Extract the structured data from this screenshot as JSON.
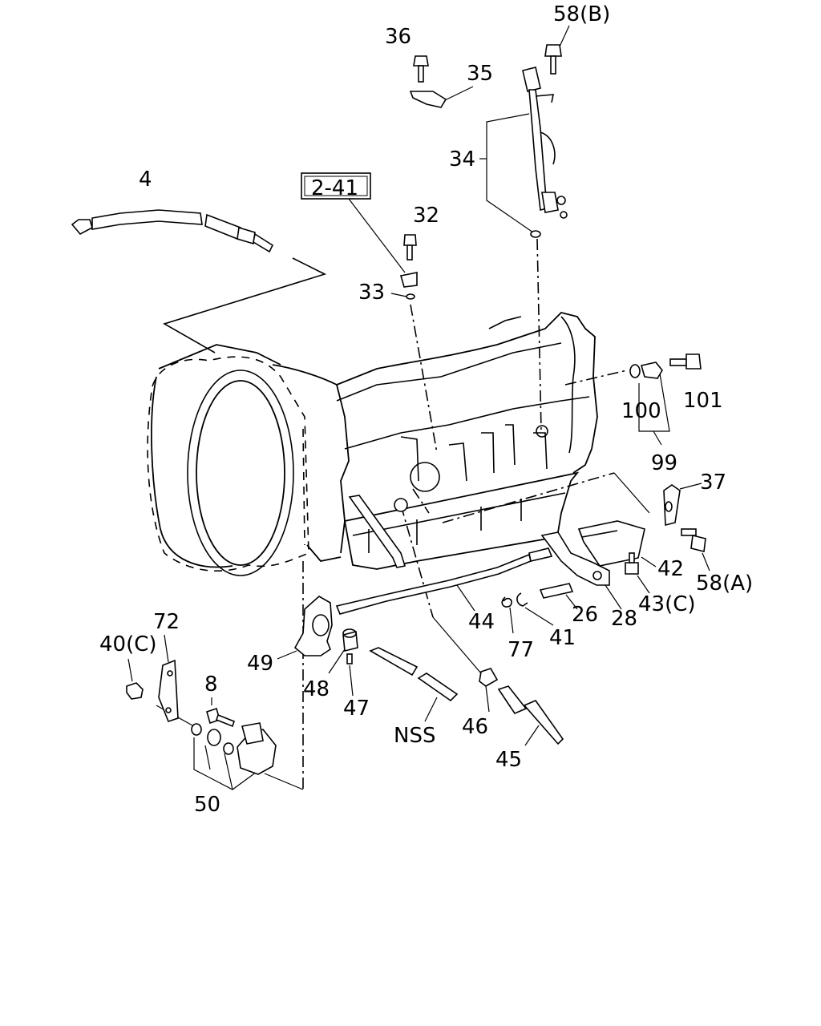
{
  "diagram": {
    "ref_box": "2-41",
    "labels": {
      "p4": "4",
      "p8": "8",
      "p26": "26",
      "p28": "28",
      "p32": "32",
      "p33": "33",
      "p34": "34",
      "p35": "35",
      "p36": "36",
      "p37": "37",
      "p40c": "40(C)",
      "p41": "41",
      "p42": "42",
      "p43c": "43(C)",
      "p44": "44",
      "p45": "45",
      "p46": "46",
      "p47": "47",
      "p48": "48",
      "p49": "49",
      "p50": "50",
      "p58a": "58(A)",
      "p58b": "58(B)",
      "p72": "72",
      "p77": "77",
      "p99": "99",
      "p100": "100",
      "p101": "101",
      "nss": "NSS"
    }
  }
}
